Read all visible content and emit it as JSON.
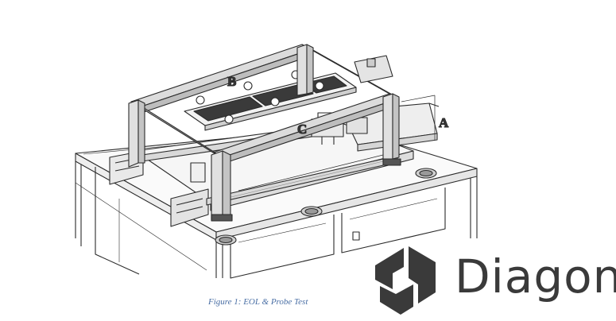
{
  "figure": {
    "callouts": {
      "a": "A",
      "b": "B",
      "c": "C"
    },
    "caption": "Figure 1: EOL & Probe Test"
  },
  "logo": {
    "wordmark": "Diagon",
    "color": "#3a3a3a"
  }
}
